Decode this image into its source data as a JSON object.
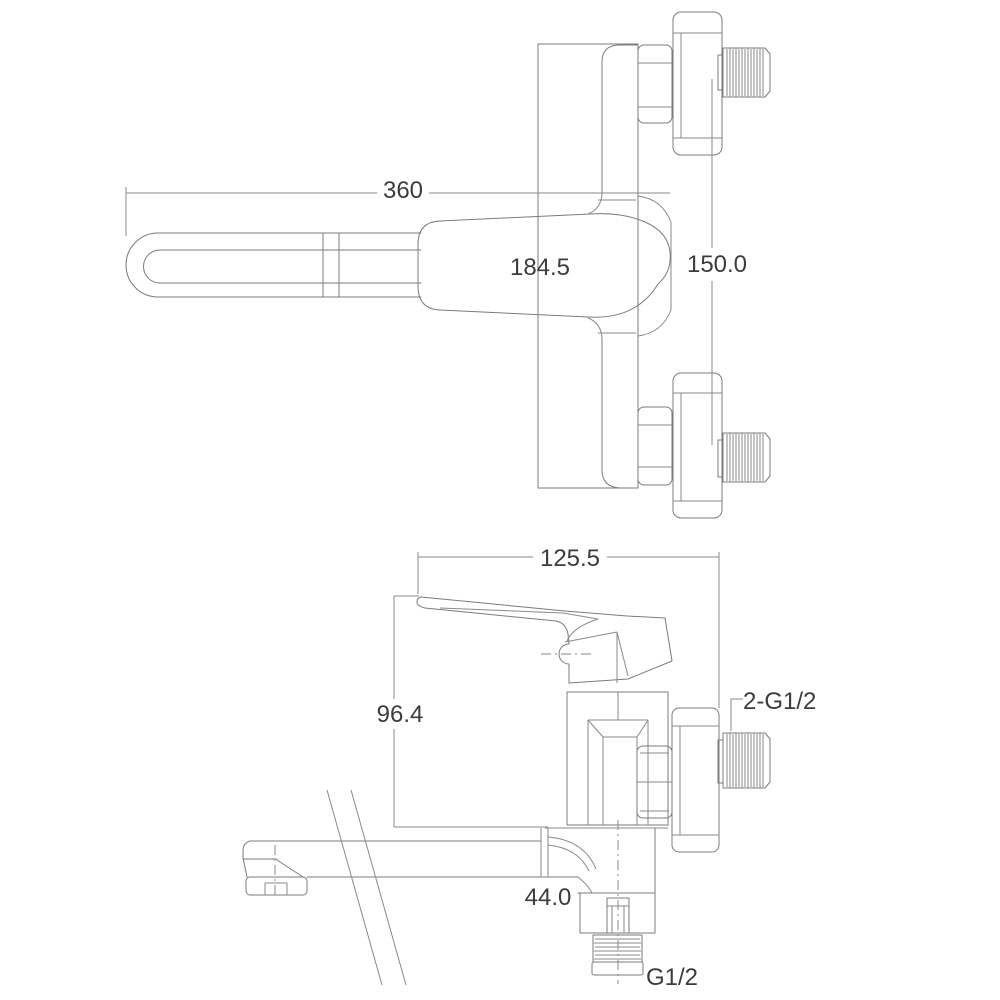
{
  "drawing": {
    "title": "wall-mounted single-lever bath mixer dimension drawing",
    "background_color": "#ffffff",
    "line_color": "#7b7b7b",
    "text_color": "#3c3c3c",
    "views": {
      "front": {
        "overall_depth": "360",
        "body_length": "184.5",
        "inlet_spacing": "150.0"
      },
      "side": {
        "overall_depth": "125.5",
        "handle_height": "96.4",
        "inlet_thread": "2-G1/2",
        "spout_offset": "44.0",
        "outlet_thread": "G1/2"
      }
    }
  }
}
